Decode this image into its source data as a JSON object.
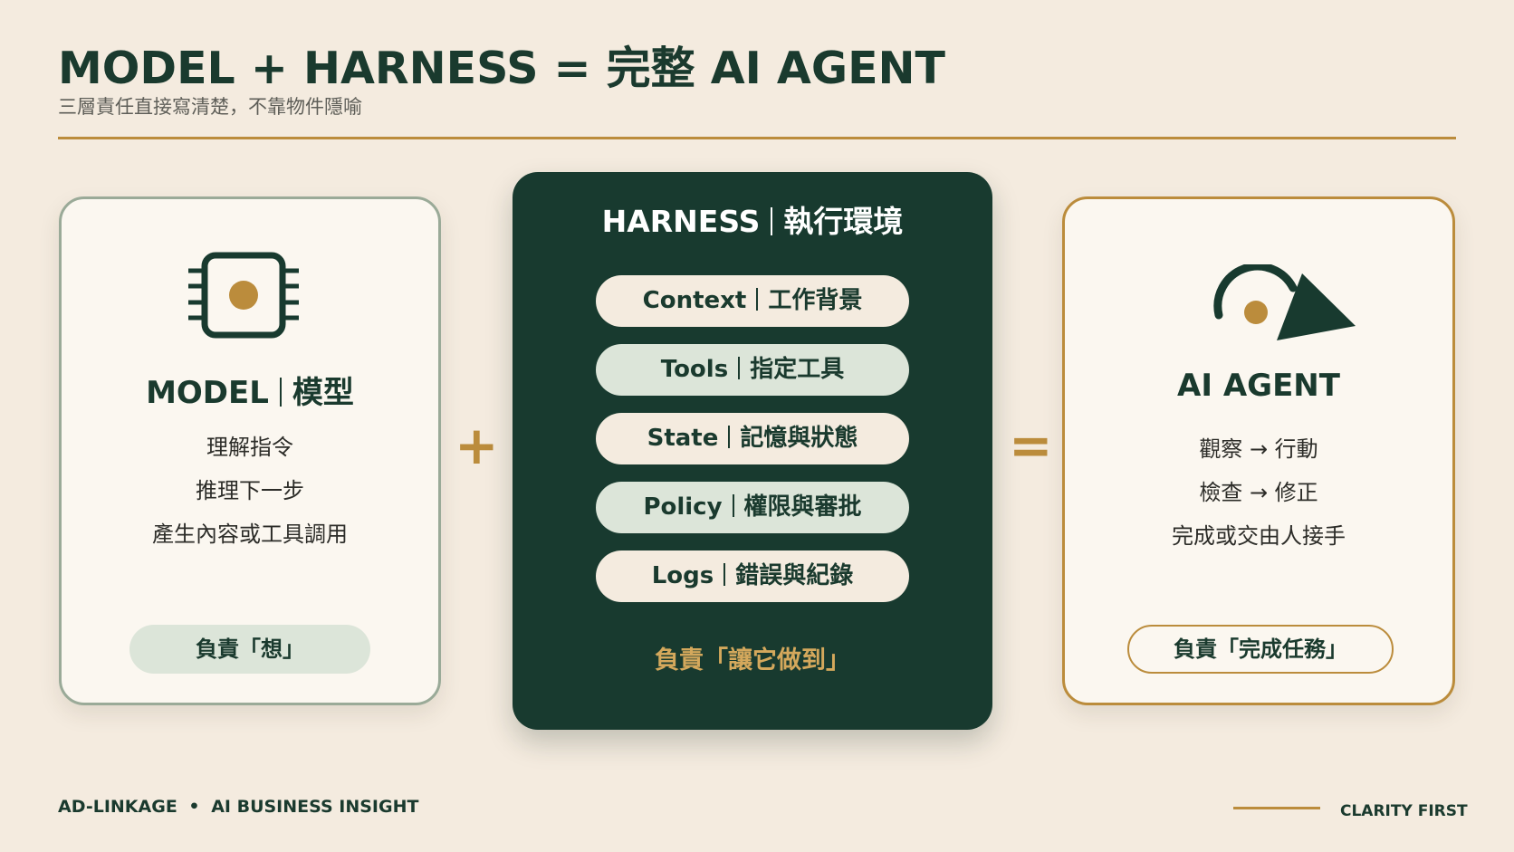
{
  "header": {
    "title": "MODEL + HARNESS = 完整 AI AGENT",
    "subtitle": "三層責任直接寫清楚，不靠物件隱喻"
  },
  "model_card": {
    "icon": "chip-icon",
    "title_en": "MODEL",
    "title_zh": "模型",
    "lines": [
      "理解指令",
      "推理下一步",
      "產生內容或工具調用"
    ],
    "role": "負責「想」"
  },
  "plus_symbol": "+",
  "harness_card": {
    "title_en": "HARNESS",
    "title_zh": "執行環境",
    "items": [
      {
        "en": "Context",
        "zh": "工作背景"
      },
      {
        "en": "Tools",
        "zh": "指定工具"
      },
      {
        "en": "State",
        "zh": "記憶與狀態"
      },
      {
        "en": "Policy",
        "zh": "權限與審批"
      },
      {
        "en": "Logs",
        "zh": "錯誤與紀錄"
      }
    ],
    "role": "負責「讓它做到」"
  },
  "equals_symbol": "=",
  "agent_card": {
    "icon": "observe-act-loop-icon",
    "title": "AI AGENT",
    "lines": [
      "觀察 → 行動",
      "檢查 → 修正",
      "完成或交由人接手"
    ],
    "role": "負責「完成任務」"
  },
  "footer": {
    "left_brand": "AD-LINKAGE",
    "left_dot": "•",
    "left_tagline": "AI BUSINESS INSIGHT",
    "right": "CLARITY FIRST"
  },
  "colors": {
    "background": "#f4ebdf",
    "dark_green": "#183a2f",
    "gold": "#bb8c3c",
    "sage": "#dce5d9",
    "cream": "#fbf7f0"
  }
}
